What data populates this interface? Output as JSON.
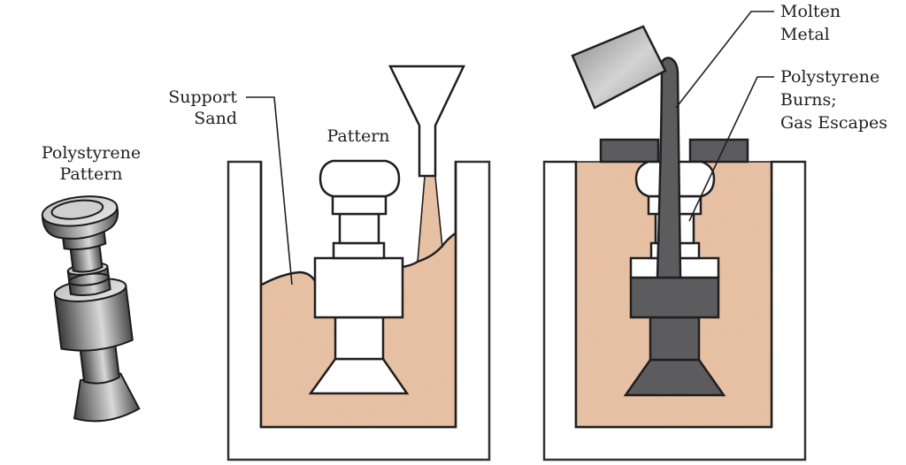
{
  "diagram": {
    "title": "Lost foam casting process",
    "colors": {
      "sand": "#e8c1a3",
      "sand_speck": "#b8826a",
      "metal": "#5c5c5e",
      "outline": "#1f1f1f",
      "background": "#ffffff"
    },
    "panels": [
      {
        "id": "pattern",
        "label_lines": [
          "Polystyrene",
          "Pattern"
        ]
      },
      {
        "id": "packing",
        "labels": {
          "support_sand": [
            "Support",
            "Sand"
          ],
          "pattern": "Pattern"
        }
      },
      {
        "id": "pouring",
        "labels": {
          "molten_metal": [
            "Molten",
            "Metal"
          ],
          "burns": [
            "Polystyrene",
            "Burns;",
            "Gas Escapes"
          ]
        }
      }
    ]
  }
}
